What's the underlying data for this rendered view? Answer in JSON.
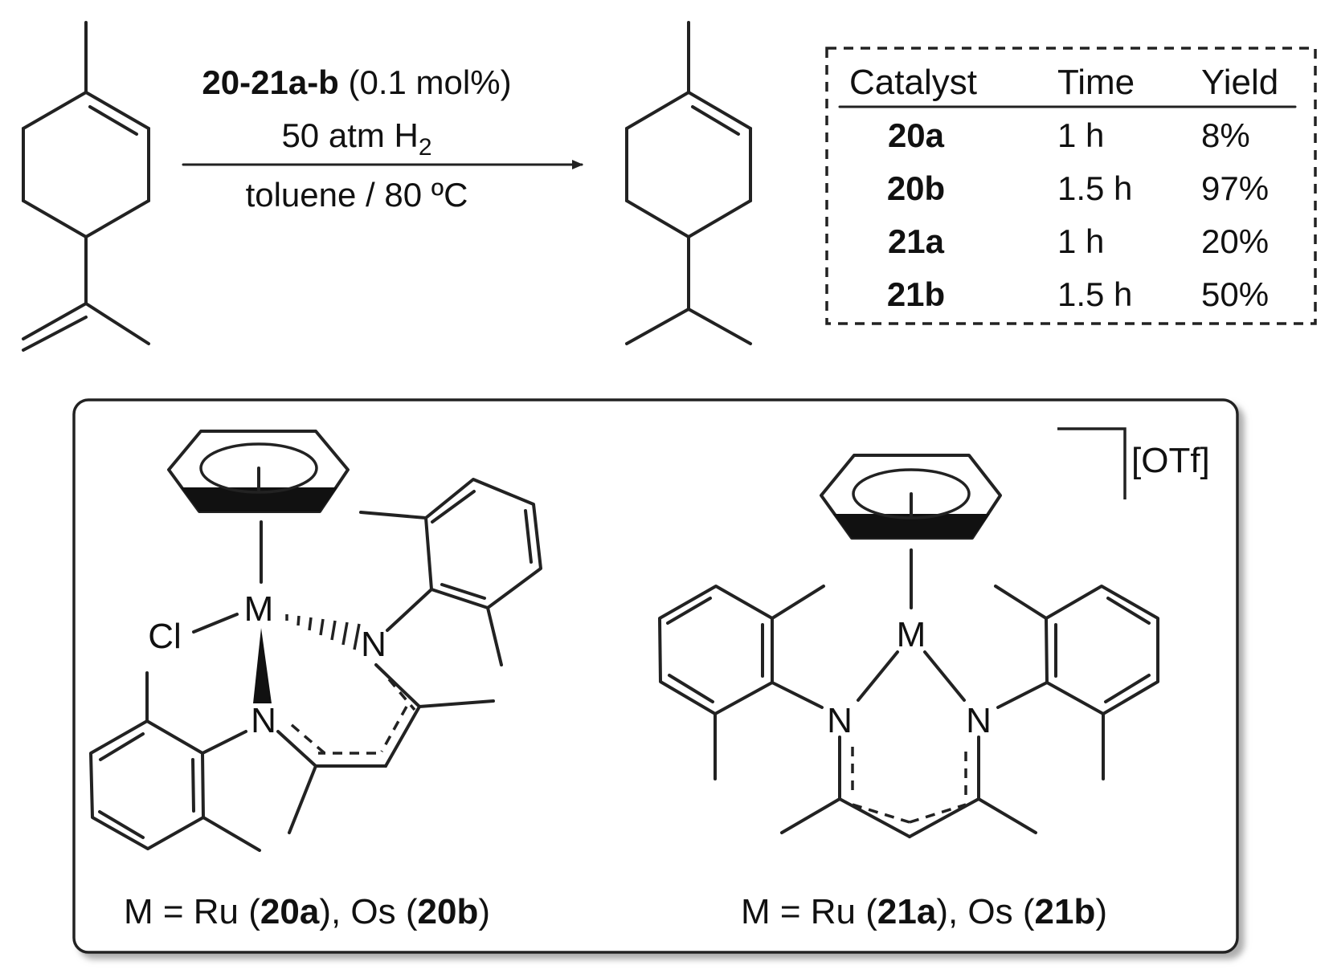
{
  "reaction": {
    "reagent_catalyst": "20-21a-b",
    "reagent_loading": " (0.1 mol%)",
    "pressure_prefix": "50 atm H",
    "pressure_sub": "2",
    "conditions": "toluene / 80 ºC"
  },
  "results_table": {
    "headers": [
      "Catalyst",
      "Time",
      "Yield"
    ],
    "rows": [
      {
        "catalyst": "20a",
        "time": "1 h",
        "yield": "8%"
      },
      {
        "catalyst": "20b",
        "time": "1.5 h",
        "yield": "97%"
      },
      {
        "catalyst": "21a",
        "time": "1 h",
        "yield": "20%"
      },
      {
        "catalyst": "21b",
        "time": "1.5 h",
        "yield": "50%"
      }
    ]
  },
  "complexes": {
    "left": {
      "metal": "M",
      "chloride": "Cl",
      "n1": "N",
      "n2": "N",
      "caption": {
        "p1": "M = Ru (",
        "b1": "20a",
        "p2": "), Os (",
        "b2": "20b",
        "p3": ")"
      }
    },
    "right": {
      "metal": "M",
      "n1": "N",
      "n2": "N",
      "counterion": "[OTf]",
      "caption": {
        "p1": "M = Ru (",
        "b1": "21a",
        "p2": "), Os (",
        "b2": "21b",
        "p3": ")"
      }
    }
  }
}
